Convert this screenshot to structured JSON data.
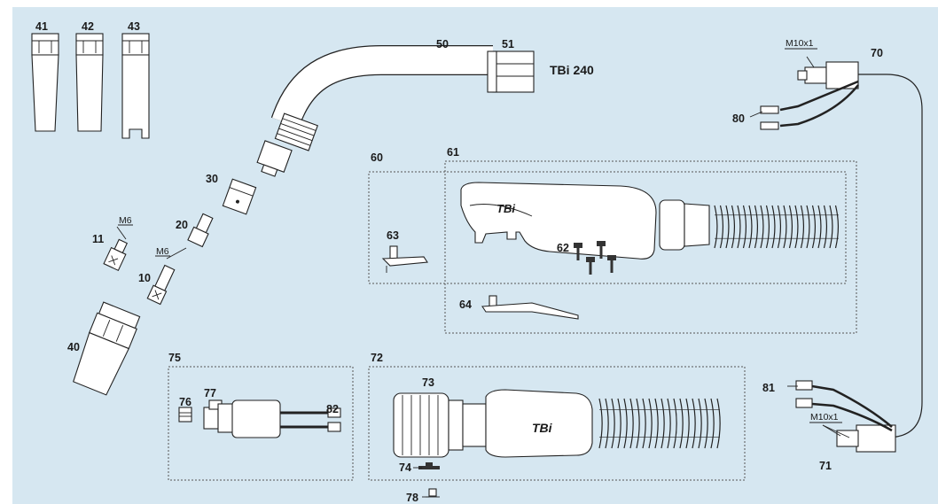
{
  "colors": {
    "background": "#d6e7f1",
    "part_fill": "#ffffff",
    "dark_fill": "#333333",
    "hose": "#1f1f1f"
  },
  "model_name": "TBi 240",
  "thread_labels": {
    "m6_a": "M6",
    "m6_b": "M6",
    "m10_top": "M10x1",
    "m10_bottom": "M10x1"
  },
  "labels": {
    "p10": "10",
    "p11": "11",
    "p20": "20",
    "p30": "30",
    "p40": "40",
    "p41": "41",
    "p42": "42",
    "p43": "43",
    "p50": "50",
    "p51": "51",
    "p60": "60",
    "p61": "61",
    "p62": "62",
    "p63": "63",
    "p64": "64",
    "p70": "70",
    "p71": "71",
    "p72": "72",
    "p73": "73",
    "p74": "74",
    "p75": "75",
    "p76": "76",
    "p77": "77",
    "p78": "78",
    "p80": "80",
    "p81": "81",
    "p82": "82"
  },
  "logo_mark": "TBi"
}
